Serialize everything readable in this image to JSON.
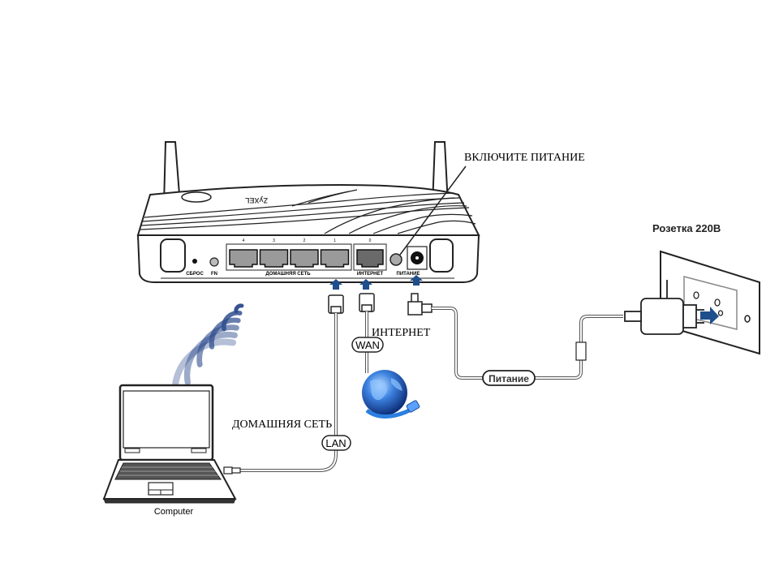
{
  "labels": {
    "power_on": "ВКЛЮЧИТЕ ПИТАНИЕ",
    "outlet": "Розетка 220В",
    "internet": "ИНТЕРНЕТ",
    "wan": "WAN",
    "home_network": "ДОМАШНЯЯ СЕТЬ",
    "lan": "LAN",
    "power_cable": "Питание",
    "computer": "Computer"
  },
  "router": {
    "brand": "ZyXEL",
    "ports": {
      "reset": "СБРОС",
      "fn": "FN",
      "home_network": "ДОМАШНЯЯ СЕТЬ",
      "internet": "ИНТЕРНЕТ",
      "power": "ПИТАНИЕ",
      "lan_numbers": [
        "4",
        "3",
        "2",
        "1"
      ],
      "wan_number": "0"
    }
  },
  "colors": {
    "arrow": "#1f4e8c",
    "wifi": "#2c4a8c",
    "globe": "#2a6fd0",
    "port_lan": "#9a9a9a",
    "port_wan": "#6a6a6a"
  }
}
